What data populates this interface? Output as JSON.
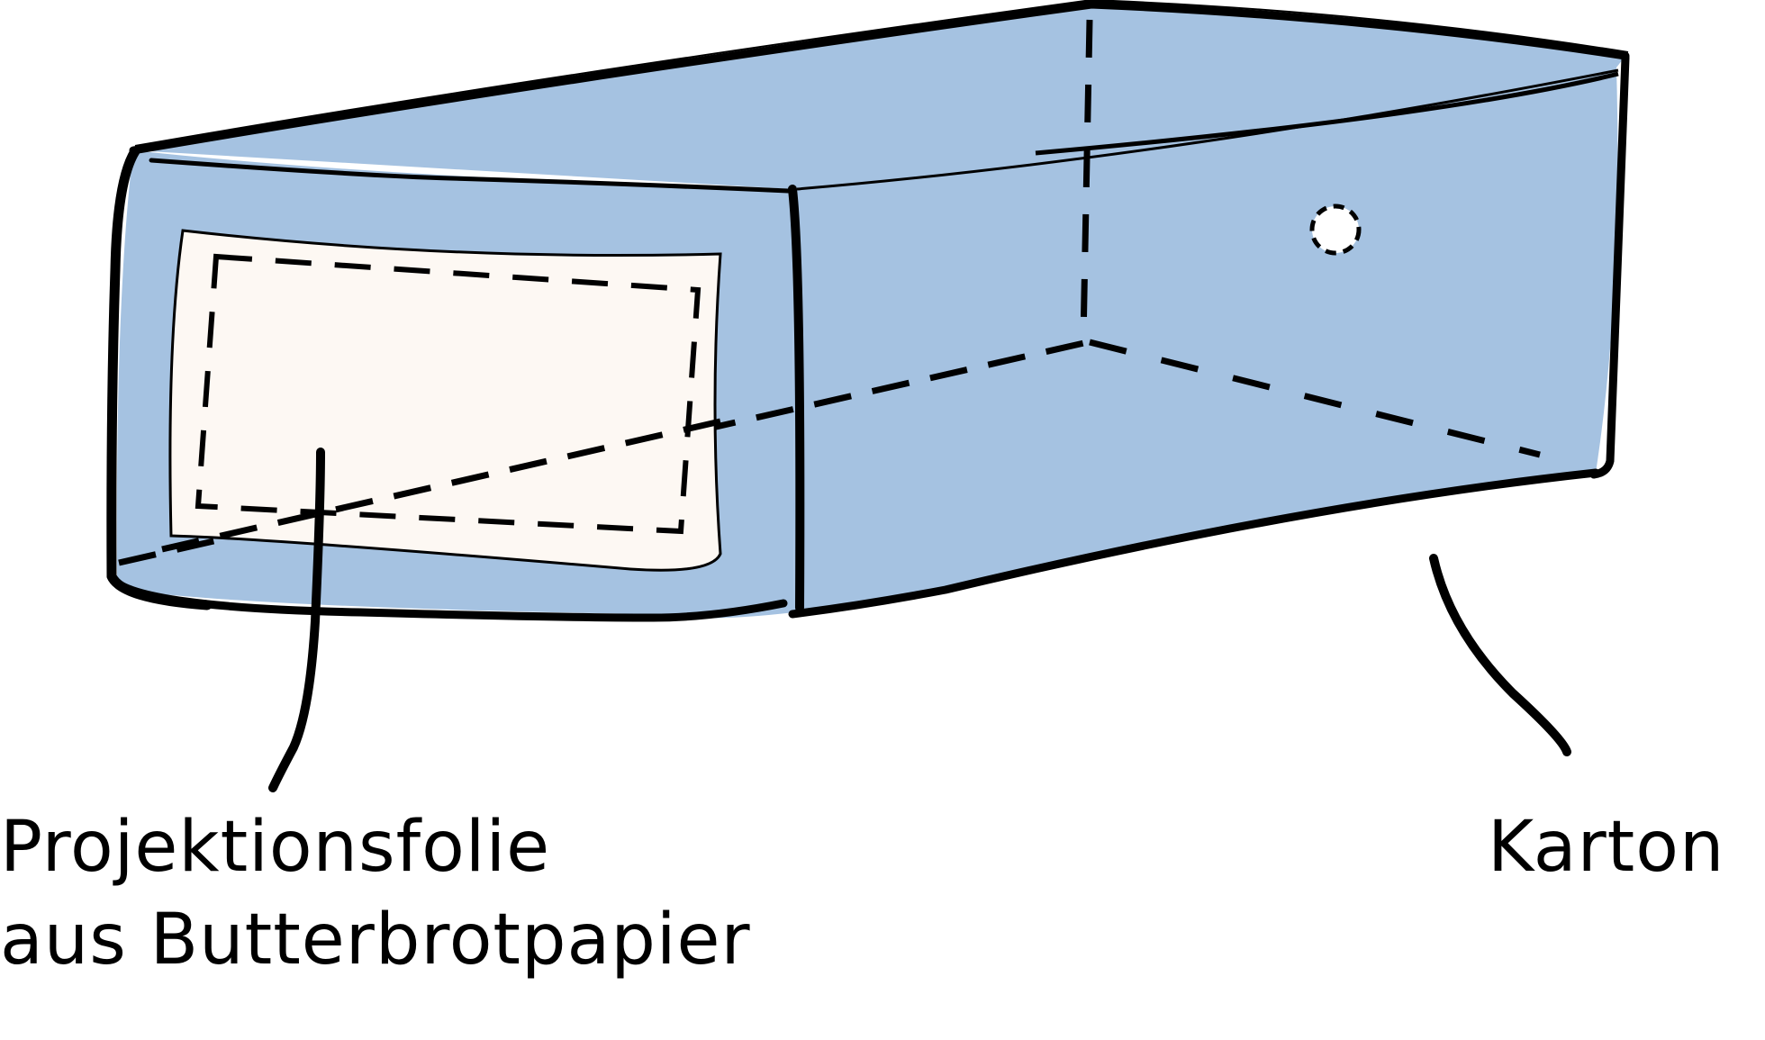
{
  "labels": {
    "projection_line1": "Projektionsfolie",
    "projection_line2": "aus Butterbrotpapier",
    "box": "Karton"
  },
  "colors": {
    "carton_fill": "#a5c2e1",
    "foil_fill": "#fdf8f3",
    "outline": "#000000",
    "background": "#ffffff"
  }
}
